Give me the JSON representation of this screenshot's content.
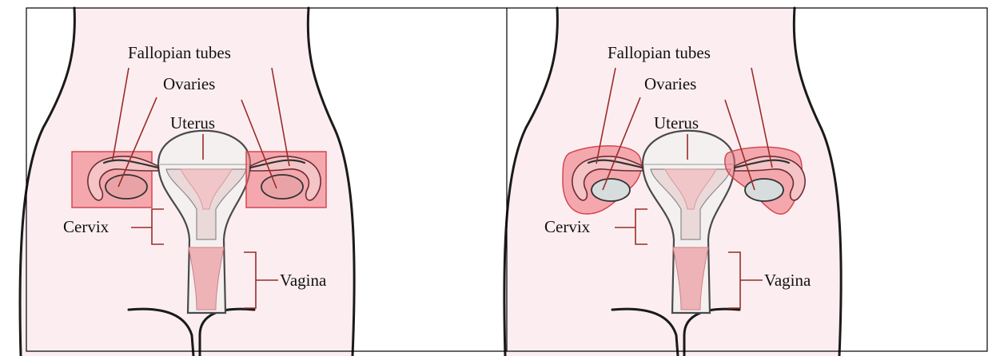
{
  "panels": [
    {
      "labels": {
        "fallopian_tubes": "Fallopian tubes",
        "ovaries": "Ovaries",
        "uterus": "Uterus",
        "cervix": "Cervix",
        "vagina": "Vagina"
      }
    },
    {
      "labels": {
        "fallopian_tubes": "Fallopian tubes",
        "ovaries": "Ovaries",
        "uterus": "Uterus",
        "cervix": "Cervix",
        "vagina": "Vagina"
      }
    }
  ],
  "colors": {
    "body_fill": "#fceef0",
    "highlight": "#ec7078",
    "pointer_line": "#9b2b2b"
  }
}
